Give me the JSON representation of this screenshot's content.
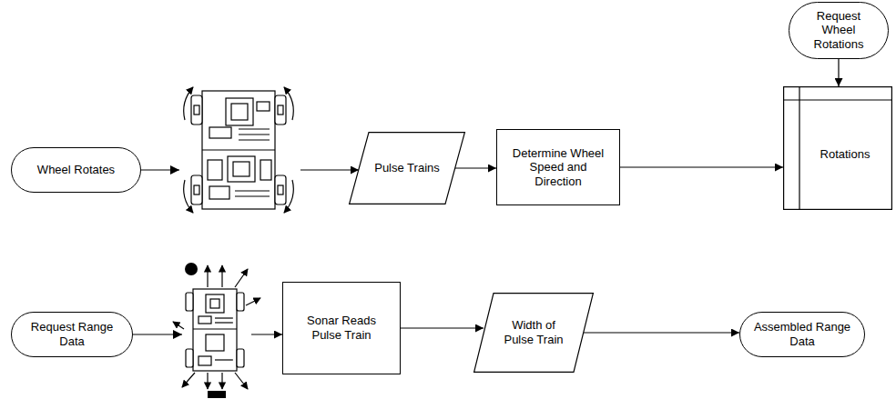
{
  "diagram": {
    "nodes": [
      {
        "text": [
          "Wheel Rotates"
        ]
      },
      {
        "text": [
          "Pulse Trains"
        ]
      },
      {
        "text": [
          "Determine Wheel Speed and Direction"
        ]
      },
      {
        "text": [
          "Request Wheel Rotations"
        ]
      },
      {
        "text": [
          "Rotations"
        ]
      },
      {
        "text": [
          "Request Range Data"
        ]
      },
      {
        "text": [
          "Sonar Reads Pulse Train"
        ]
      },
      {
        "text": [
          "Width of Pulse Train"
        ]
      },
      {
        "text": [
          "Assembled Range Data"
        ]
      }
    ],
    "edges": [
      {
        "from": 0,
        "to": 1,
        "arrow": "to"
      },
      {
        "from": 1,
        "to": 2,
        "arrow": "to"
      },
      {
        "from": 2,
        "to": 4,
        "arrow": "to"
      },
      {
        "from": 3,
        "to": 4,
        "arrow": "to"
      },
      {
        "from": 5,
        "to": 6,
        "arrow": "to"
      },
      {
        "from": 6,
        "to": 7,
        "arrow": "to"
      },
      {
        "from": 7,
        "to": 8,
        "arrow": "to"
      }
    ]
  }
}
